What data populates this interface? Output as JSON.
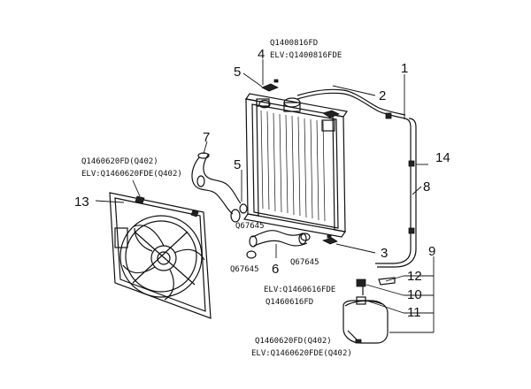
{
  "callouts": {
    "n1": "1",
    "n2": "2",
    "n3": "3",
    "n4": "4",
    "n5a": "5",
    "n5b": "5",
    "n6": "6",
    "n7": "7",
    "n8": "8",
    "n9": "9",
    "n10": "10",
    "n11": "11",
    "n12": "12",
    "n13": "13",
    "n14": "14"
  },
  "codes": {
    "cap_std": "Q1400816FD",
    "cap_elv": "ELV:Q1400816FDE",
    "fan_std": "Q1460620FD(Q402)",
    "fan_elv": "ELV:Q1460620FDE(Q402)",
    "clamp_a": "Q67645",
    "clamp_b": "Q67645",
    "clamp_c": "Q67645",
    "tank_elv": "ELV:Q1460616FDE",
    "tank_std": "Q1460616FD",
    "bottom_std": "Q1460620FD(Q402)",
    "bottom_elv": "ELV:Q1460620FDE(Q402)"
  }
}
